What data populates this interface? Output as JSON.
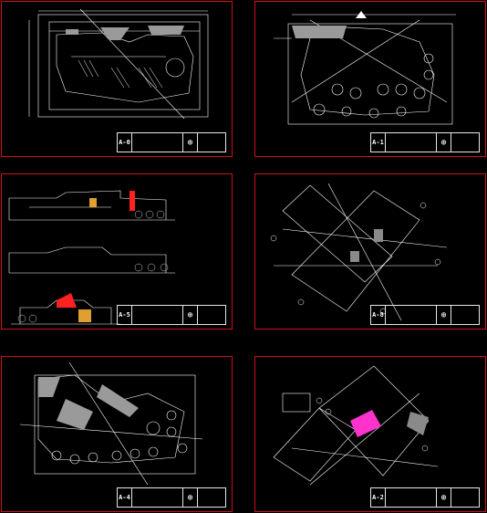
{
  "colors": {
    "frame": "#d0101a",
    "line": "#ffffff",
    "grey": "#8a8a8a",
    "accent_red": "#ff2020",
    "accent_magenta": "#ff33cc",
    "accent_orange": "#e0a030"
  },
  "sheets": [
    {
      "id": "s1",
      "code": "A-0",
      "kind": "site-plan"
    },
    {
      "id": "s2",
      "code": "A-1",
      "kind": "floor-plan"
    },
    {
      "id": "s3",
      "code": "A-5",
      "kind": "elevations"
    },
    {
      "id": "s4",
      "code": "A-8",
      "kind": "roof-plan"
    },
    {
      "id": "s5",
      "code": "A-4",
      "kind": "ground-plan"
    },
    {
      "id": "s6",
      "code": "A-2",
      "kind": "upper-plan"
    }
  ],
  "icons": {
    "north": "north-arrow-icon",
    "logo": "logo-icon"
  }
}
